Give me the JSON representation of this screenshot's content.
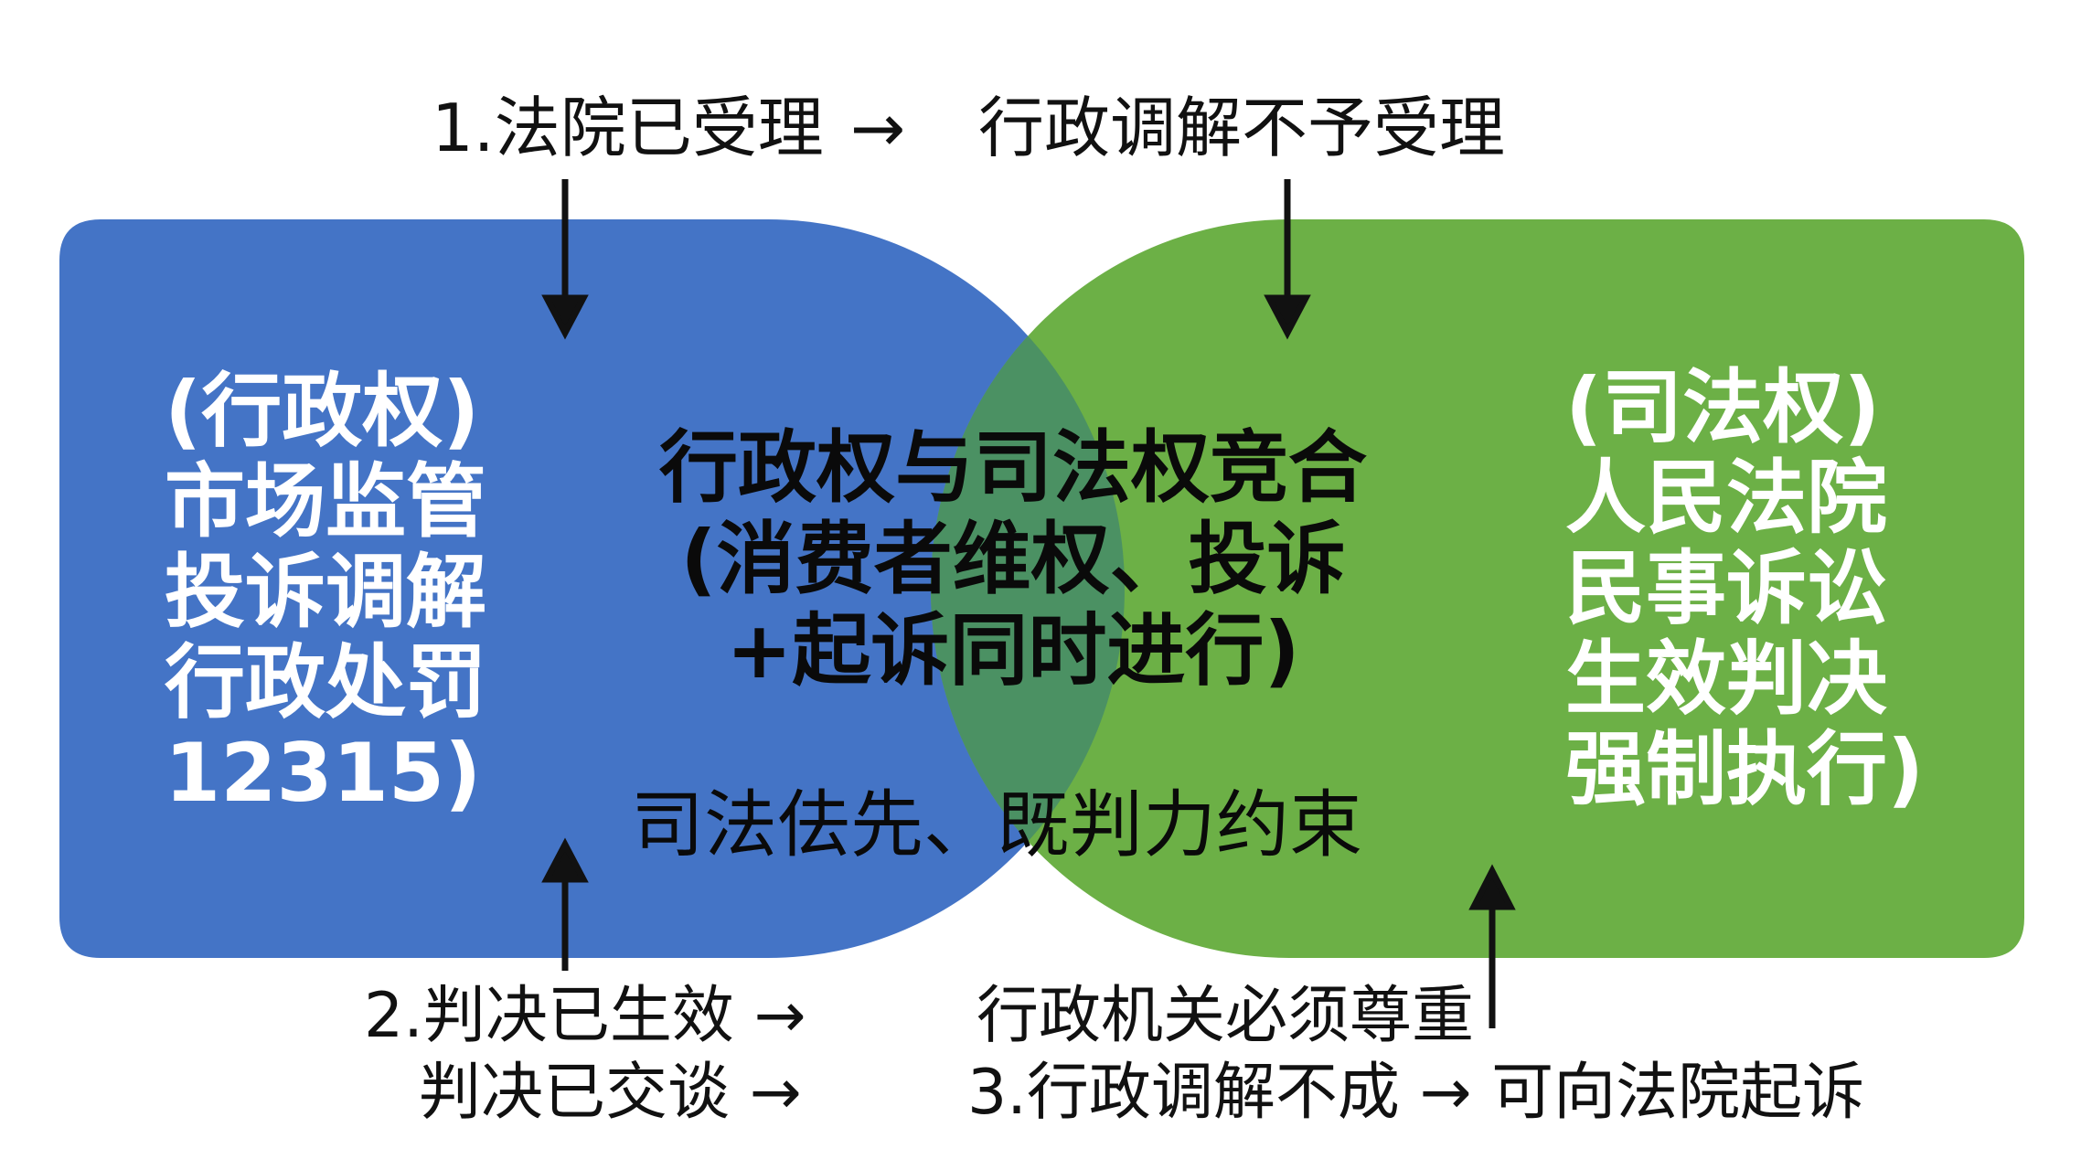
{
  "colors": {
    "admin": "#4474c6",
    "judicial": "#6cb046",
    "overlap": "#4b9163",
    "text": "#111111"
  },
  "top": {
    "step1": "1.法院已受理",
    "arrow": "→",
    "result1": "行政调解不予受理"
  },
  "left_panel": {
    "lines": [
      "(行政权)",
      "市场监管",
      "投诉调解",
      "行政处罚",
      "12315)"
    ]
  },
  "right_panel": {
    "lines": [
      "(司法权)",
      "人民法院",
      "民事诉讼",
      "生效判决",
      "强制执行)"
    ]
  },
  "center": {
    "lines": [
      "行政权与司法权竞合",
      "(消费者维权、投诉",
      "+起诉同时进行)"
    ],
    "principle": "司法佉先、既判力约束"
  },
  "bottom": {
    "step2": "2.判决已生效 →",
    "step2b": "判决已交谈 →",
    "result2": "行政机关必须尊重",
    "step3": "3.行政调解不成 → 可向法院起诉"
  }
}
